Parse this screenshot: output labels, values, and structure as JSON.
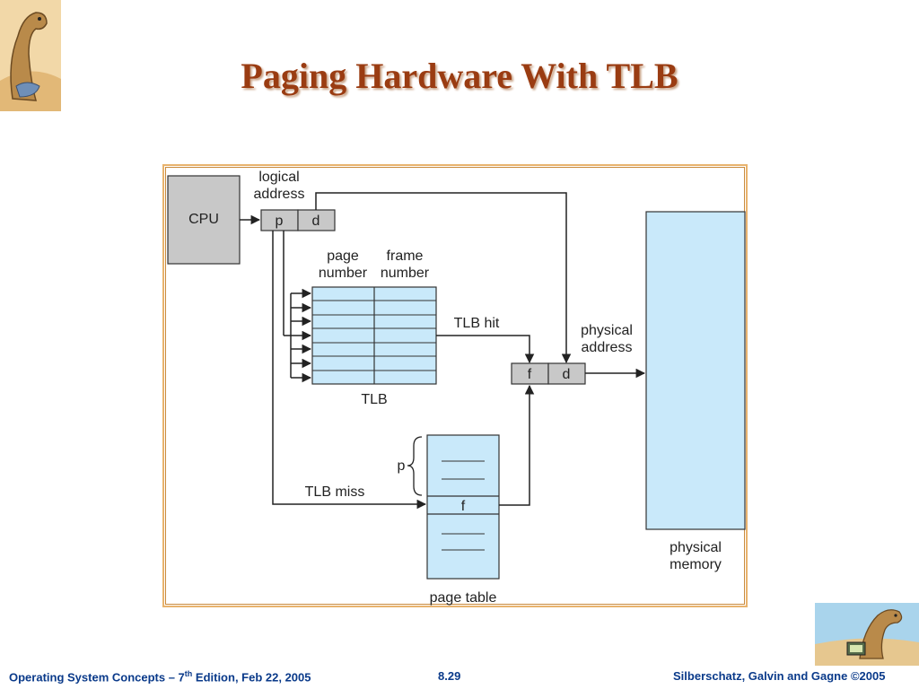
{
  "slide": {
    "title": "Paging Hardware With TLB"
  },
  "diagram": {
    "cpu_label": "CPU",
    "logical_address_line1": "logical",
    "logical_address_line2": "address",
    "logical_p": "p",
    "logical_d": "d",
    "tlb_col1_line1": "page",
    "tlb_col1_line2": "number",
    "tlb_col2_line1": "frame",
    "tlb_col2_line2": "number",
    "tlb_label": "TLB",
    "tlb_hit_label": "TLB hit",
    "tlb_miss_label": "TLB miss",
    "physical_address_line1": "physical",
    "physical_address_line2": "address",
    "physical_f": "f",
    "physical_d": "d",
    "page_table_p": "p",
    "page_table_f": "f",
    "page_table_label": "page table",
    "physical_memory_line1": "physical",
    "physical_memory_line2": "memory",
    "colors": {
      "box_fill": "#c9e9fa",
      "cpu_fill": "#c8c8c8",
      "line": "#222222"
    }
  },
  "footer": {
    "left_prefix": "Operating System Concepts – 7",
    "left_sup": "th",
    "left_suffix": " Edition, Feb 22, 2005",
    "center": "8.29",
    "right": "Silberschatz, Galvin and Gagne ©2005"
  }
}
